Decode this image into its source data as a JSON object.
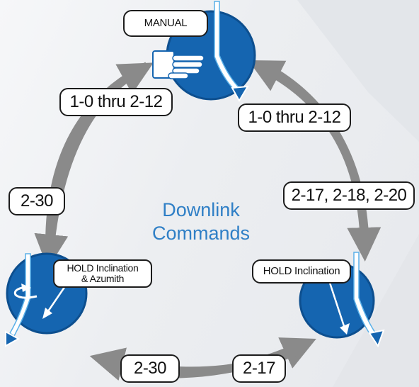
{
  "diagram": {
    "title_line1": "Downlink",
    "title_line2": "Commands",
    "colors": {
      "node_fill": "#1565b0",
      "node_ring": "#0d4f8f",
      "arrow": "#8a8a8a",
      "title": "#2f7fc6",
      "label_border": "#1c1c1c"
    },
    "nodes": {
      "manual": {
        "label": "MANUAL",
        "icon": "hand-icon"
      },
      "hold_incl_az": {
        "label_line1": "HOLD Inclination",
        "label_line2": "& Azumith",
        "icon": "rotate-arrow-icon"
      },
      "hold_incl": {
        "label": "HOLD Inclination",
        "icon": "downward-arrow-icon"
      }
    },
    "commands": {
      "left_top": "1-0 thru 2-12",
      "right_top": "1-0 thru 2-12",
      "left_mid": "2-30",
      "right_mid": "2-17, 2-18, 2-20",
      "bottom_left": "2-30",
      "bottom_right": "2-17"
    }
  }
}
